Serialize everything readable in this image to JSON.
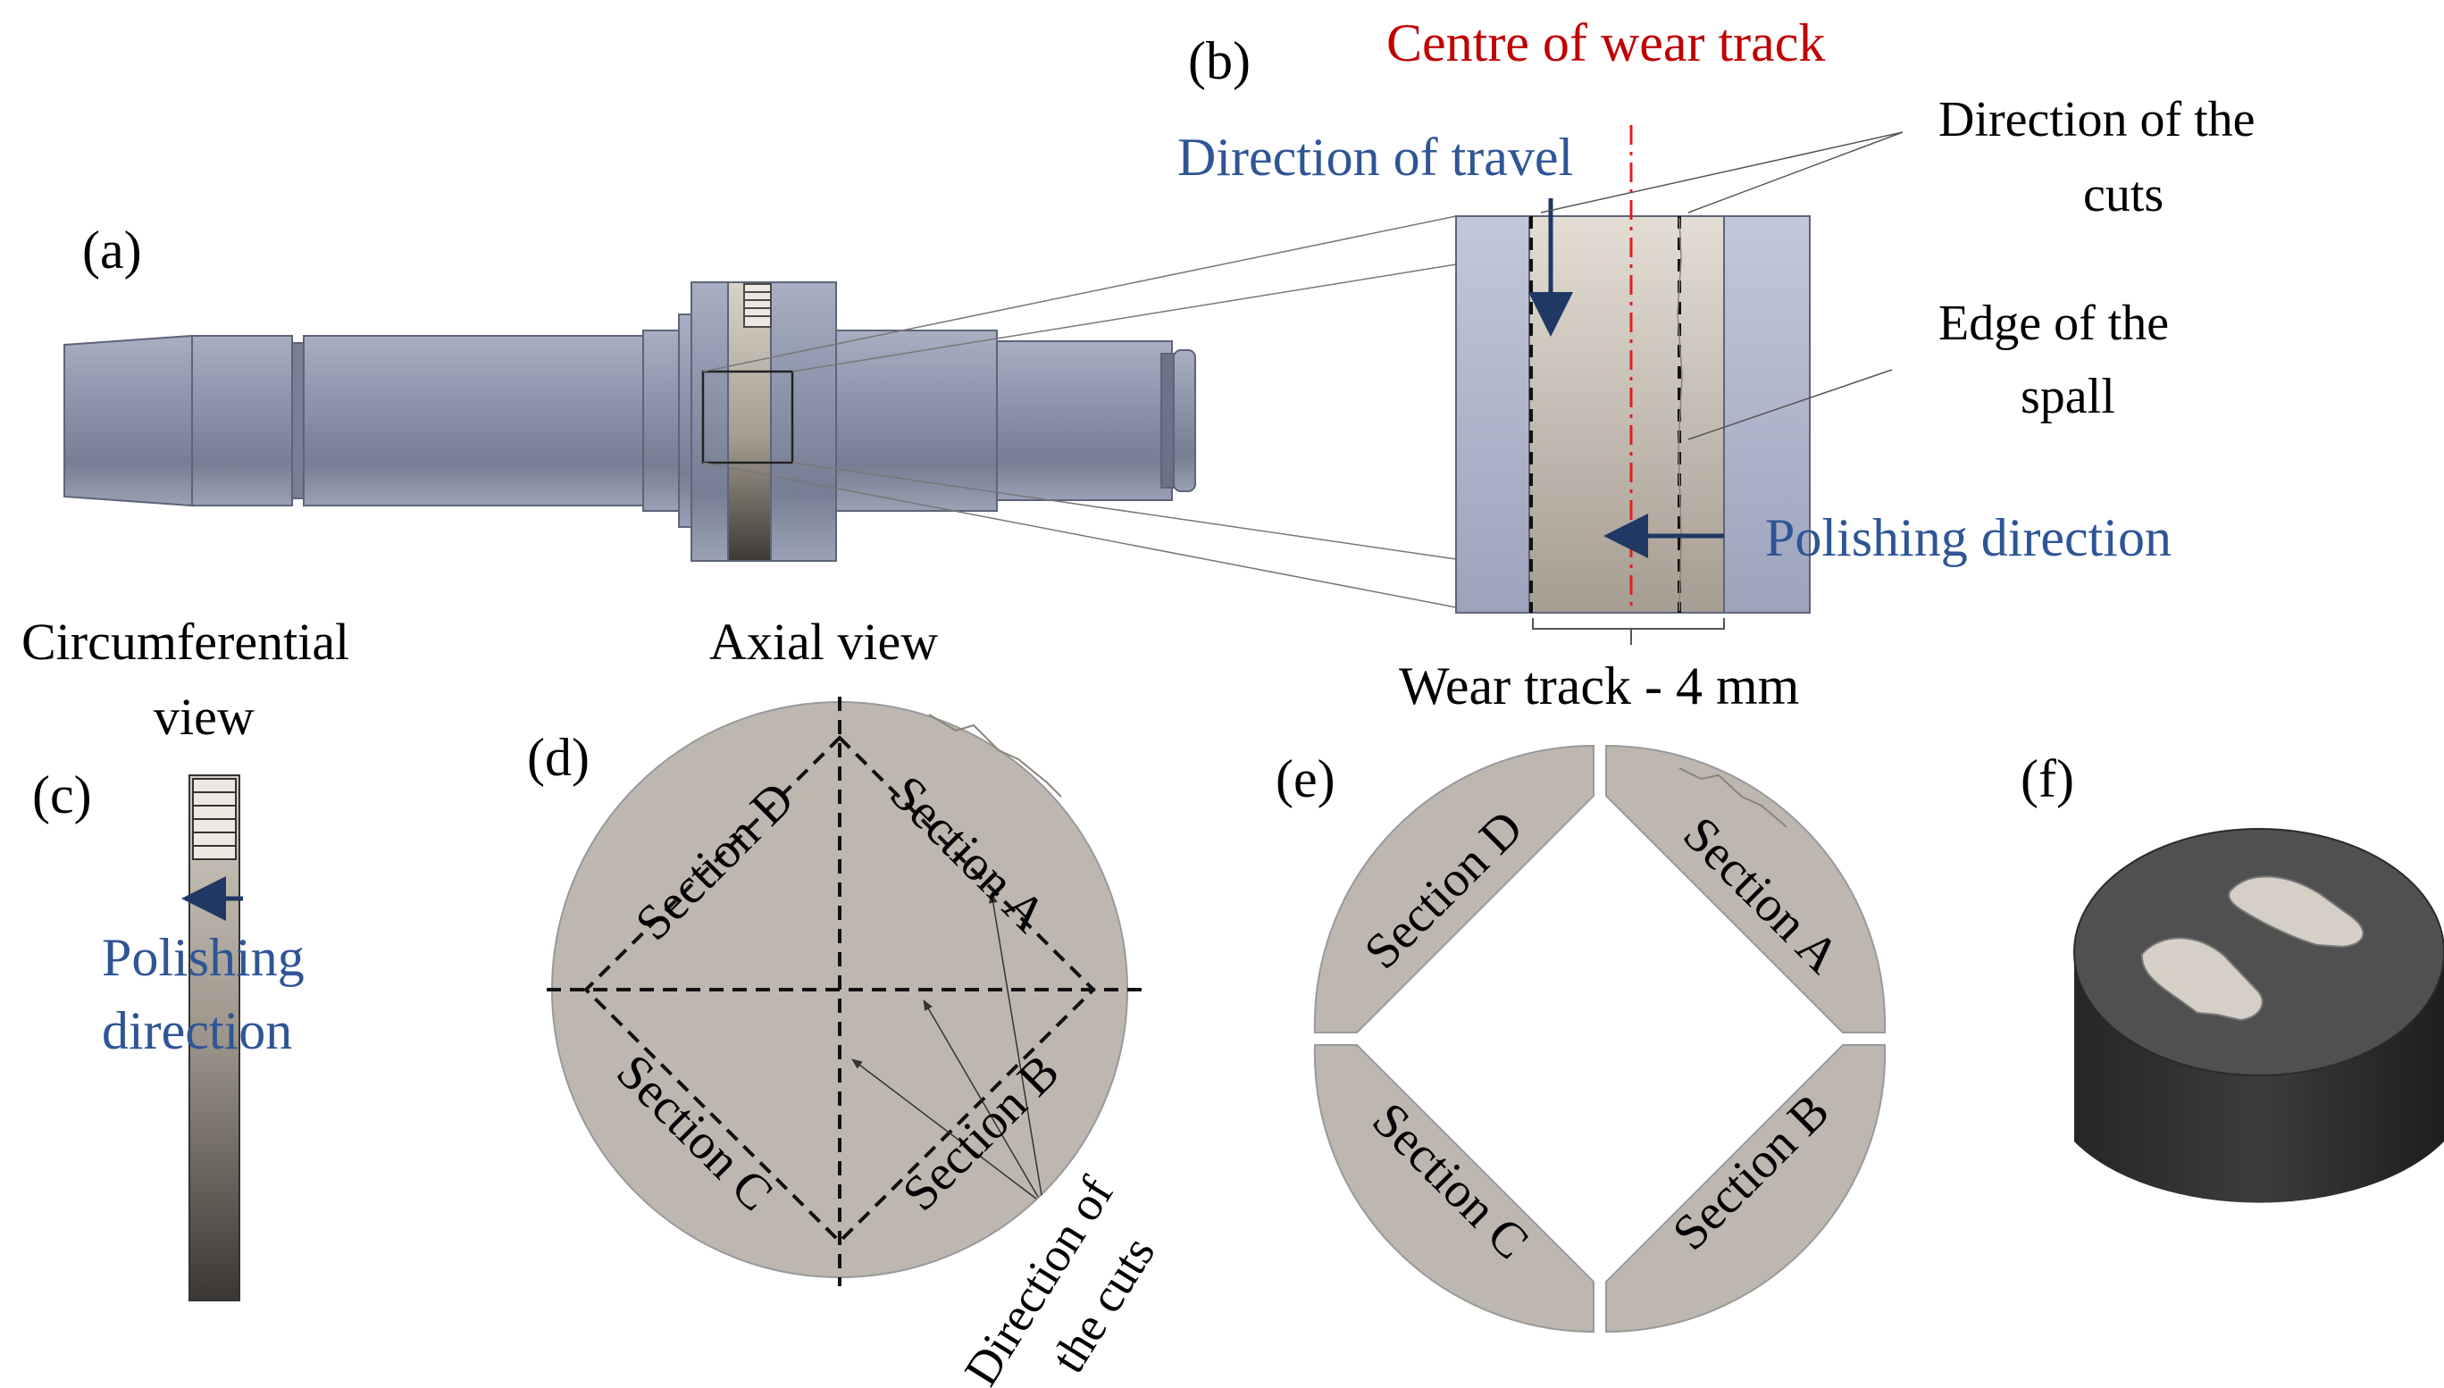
{
  "panels": {
    "a": "(a)",
    "b": "(b)",
    "c": "(c)",
    "d": "(d)",
    "e": "(e)",
    "f": "(f)"
  },
  "labels": {
    "centre_of_wear_track": "Centre of wear track",
    "direction_of_travel": "Direction of travel",
    "direction_of_the_cuts_b_line1": "Direction of the",
    "direction_of_the_cuts_b_line2": "cuts",
    "edge_of_the_spall_line1": "Edge of the",
    "edge_of_the_spall_line2": "spall",
    "polishing_direction_b": "Polishing direction",
    "wear_track": "Wear track - 4 mm",
    "circumferential_view_line1": "Circumferential",
    "circumferential_view_line2": "view",
    "polishing_direction_c_line1": "Polishing",
    "polishing_direction_c_line2": "direction",
    "axial_view": "Axial view",
    "direction_of_cuts_d_line1": "Direction of",
    "direction_of_cuts_d_line2": "the cuts"
  },
  "sections": {
    "a": "Section A",
    "b": "Section B",
    "c": "Section C",
    "d": "Section D"
  },
  "colors": {
    "text": "#000000",
    "blue_label": "#2f5597",
    "red_label": "#c00000",
    "arrow_blue": "#1f3864",
    "centre_line_red": "#e02020",
    "shaft": "#8c94a8",
    "disc": "#bdb7b0",
    "puck": "#3a3a3a"
  }
}
